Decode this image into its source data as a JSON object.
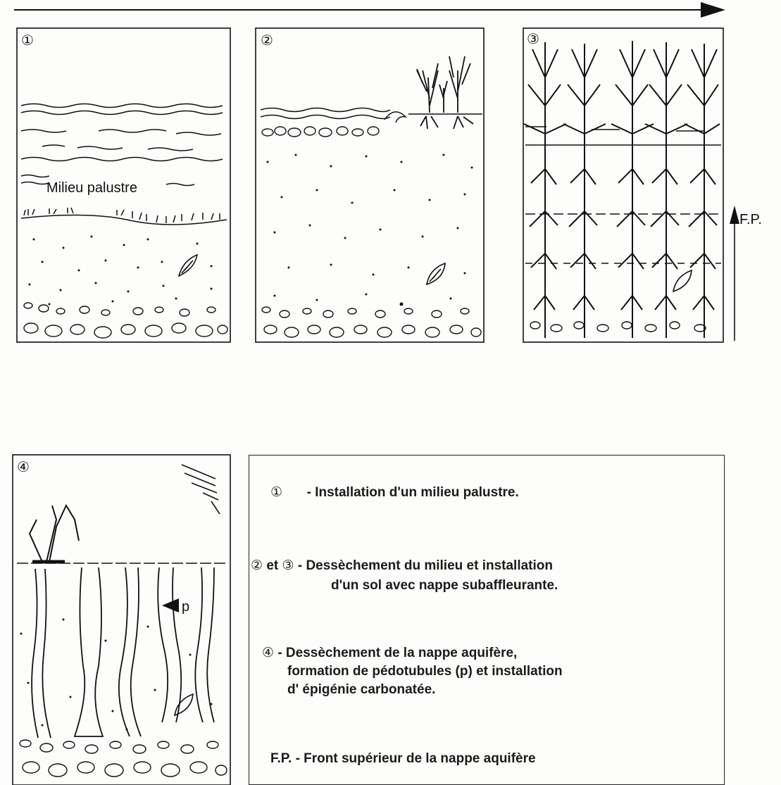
{
  "panels": [
    {
      "id": 1,
      "number": "①",
      "label": "Milieu palustre"
    },
    {
      "id": 2,
      "number": "②"
    },
    {
      "id": 3,
      "number": "③",
      "side_label": "F.P."
    },
    {
      "id": 4,
      "number": "④",
      "pointer_label": "p"
    }
  ],
  "legend": {
    "item1_num": "①",
    "item1_text": "- Installation d'un milieu palustre.",
    "item2_num_a": "②",
    "item2_join": "et",
    "item2_num_b": "③",
    "item2_text_line1": "- Dessèchement du milieu et installation",
    "item2_text_line2": "d'un sol avec nappe subaffleurante.",
    "item4_num": "④",
    "item4_text_line1": "- Dessèchement de la nappe aquifère,",
    "item4_text_line2": "formation de pédotubules (p) et installation",
    "item4_text_line3": "d' épigénie carbonatée.",
    "fp_abbr": "F.P.",
    "fp_text": "- Front supérieur de la  nappe aquifère"
  }
}
